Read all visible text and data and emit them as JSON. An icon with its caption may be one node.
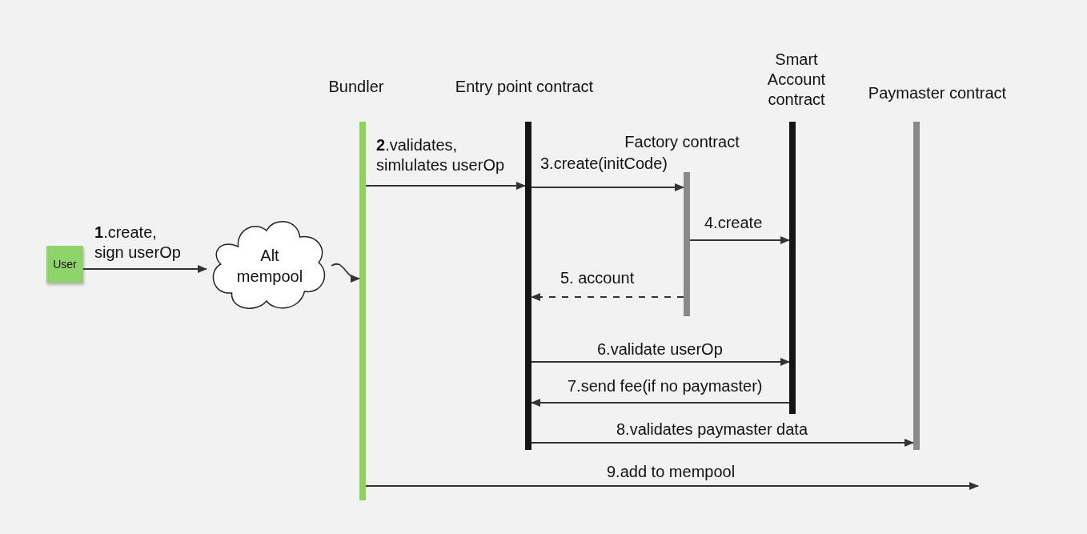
{
  "diagram": {
    "nodes": [
      {
        "text": [
          "User"
        ]
      },
      {
        "text": [
          "Alt mempool"
        ]
      },
      {
        "text": [
          "Bundler"
        ]
      },
      {
        "text": [
          "Entry point contract"
        ]
      },
      {
        "text": [
          "Factory contract"
        ]
      },
      {
        "text": [
          "Smart Account contract"
        ]
      },
      {
        "text": [
          "Paymaster contract"
        ]
      }
    ],
    "edges": [
      {
        "from": 0,
        "to": 1,
        "arrow": "to",
        "label": "**1**.create, sign userOp"
      },
      {
        "from": 1,
        "to": 2,
        "arrow": "to"
      },
      {
        "from": 2,
        "to": 3,
        "arrow": "to",
        "label": "**2**.validates, simlulates userOp"
      },
      {
        "from": 3,
        "to": 4,
        "arrow": "to",
        "label": "3.create(initCode)"
      },
      {
        "from": 4,
        "to": 5,
        "arrow": "to",
        "label": "4.create"
      },
      {
        "from": 4,
        "to": 3,
        "arrow": "to",
        "label": "5. account",
        "style": "dashed"
      },
      {
        "from": 3,
        "to": 5,
        "arrow": "to",
        "label": "6.validate userOp"
      },
      {
        "from": 5,
        "to": 3,
        "arrow": "to",
        "label": "7.send fee(if no paymaster)"
      },
      {
        "from": 3,
        "to": 6,
        "arrow": "to",
        "label": "8.validates paymaster data"
      },
      {
        "from": 2,
        "to": null,
        "arrow": "to",
        "label": "9.add to mempool"
      }
    ]
  }
}
